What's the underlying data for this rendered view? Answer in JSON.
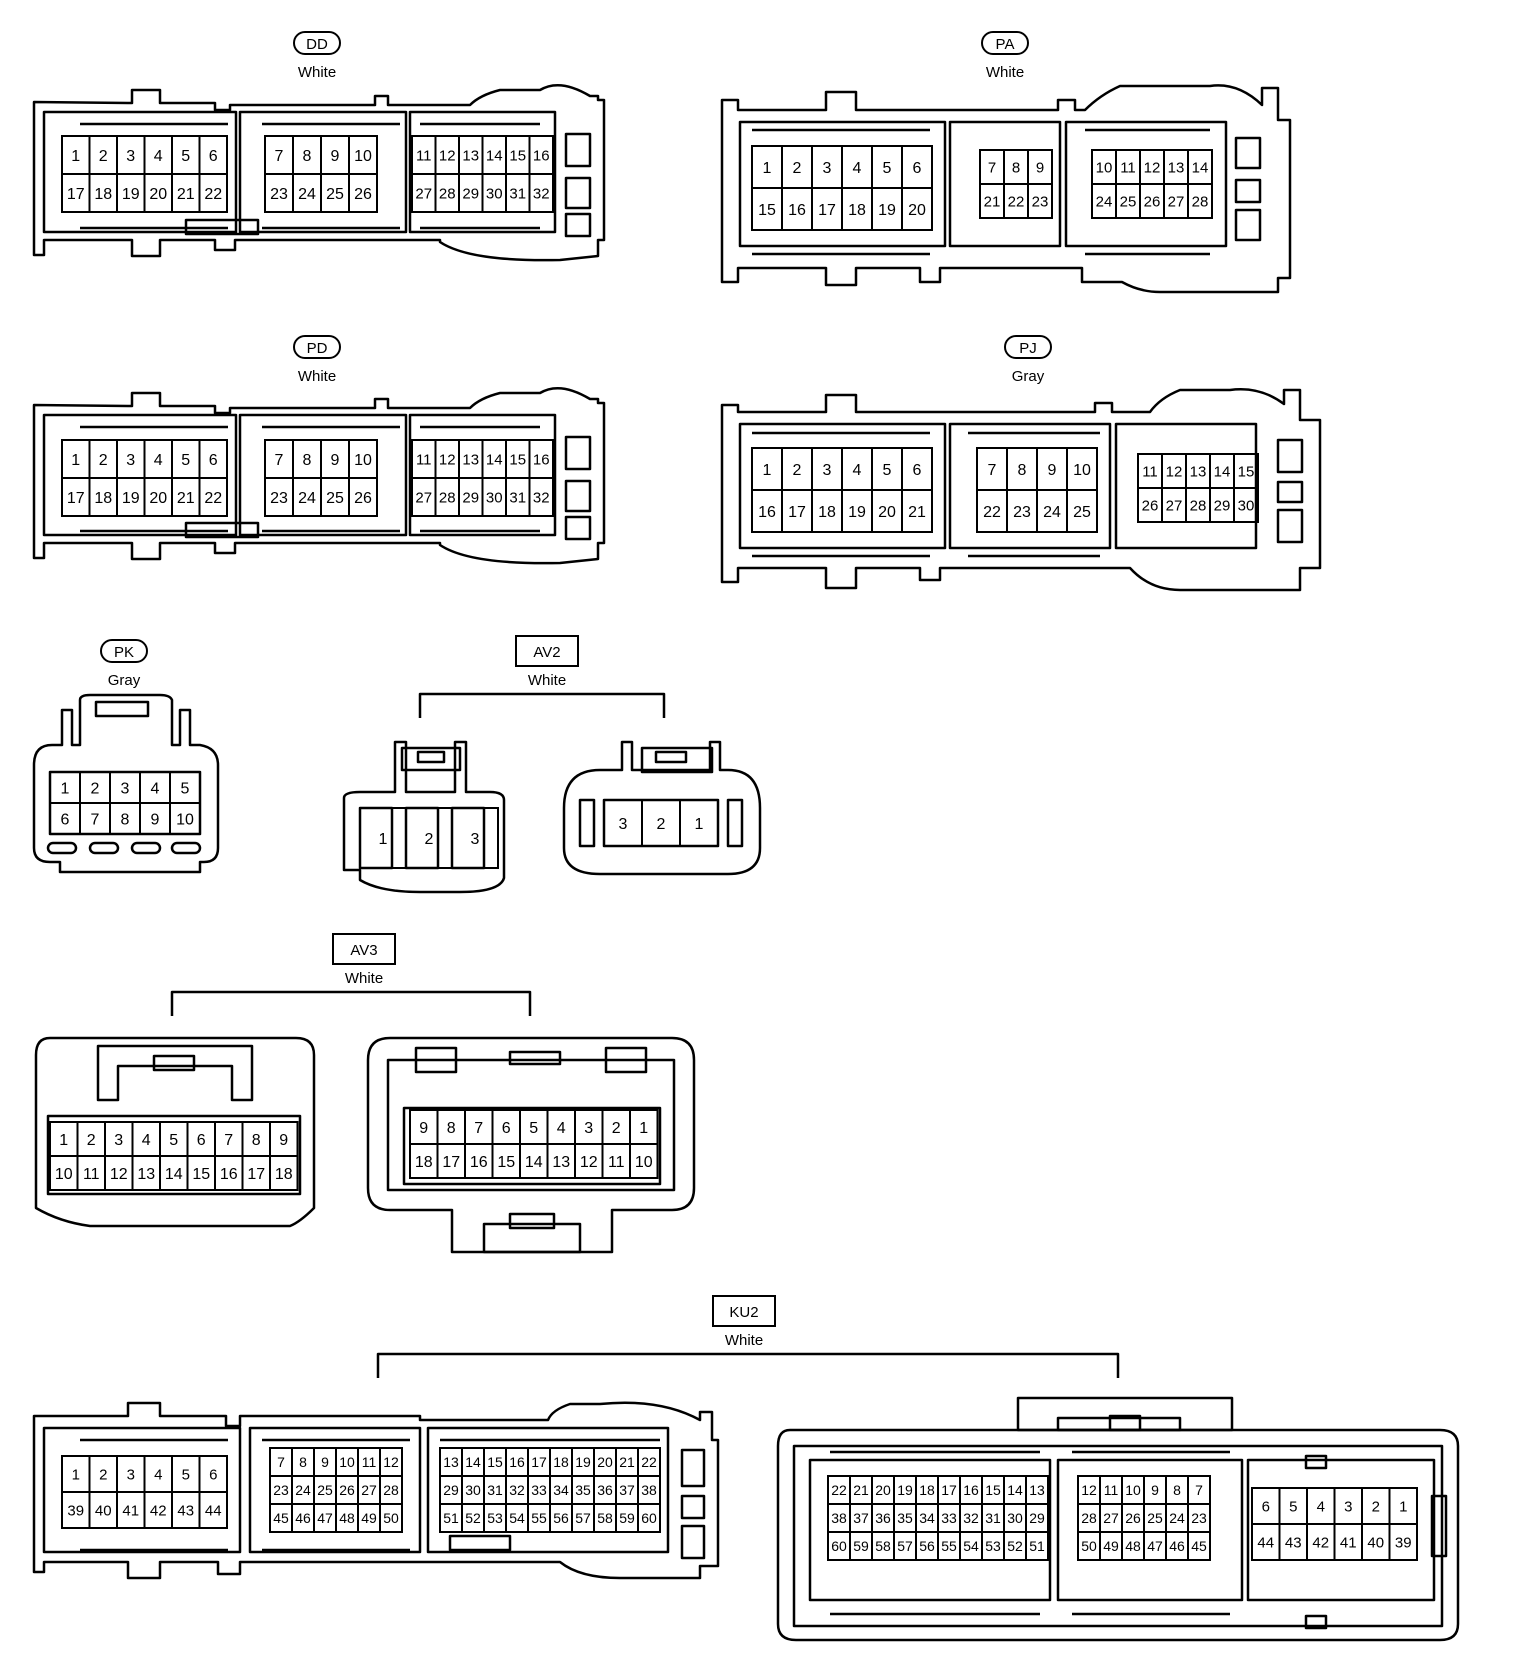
{
  "connectors": {
    "dd": {
      "code": "DD",
      "color": "White"
    },
    "pa": {
      "code": "PA",
      "color": "White"
    },
    "pd": {
      "code": "PD",
      "color": "White"
    },
    "pj": {
      "code": "PJ",
      "color": "Gray"
    },
    "pk": {
      "code": "PK",
      "color": "Gray"
    },
    "av2": {
      "code": "AV2",
      "color": "White"
    },
    "av3": {
      "code": "AV3",
      "color": "White"
    },
    "ku2": {
      "code": "KU2",
      "color": "White"
    }
  },
  "pins": {
    "dd": [
      [
        "1",
        "2",
        "3",
        "4",
        "5",
        "6"
      ],
      [
        "17",
        "18",
        "19",
        "20",
        "21",
        "22"
      ],
      [
        "7",
        "8",
        "9",
        "10"
      ],
      [
        "23",
        "24",
        "25",
        "26"
      ],
      [
        "11",
        "12",
        "13",
        "14",
        "15",
        "16"
      ],
      [
        "27",
        "28",
        "29",
        "30",
        "31",
        "32"
      ]
    ],
    "pd": [
      [
        "1",
        "2",
        "3",
        "4",
        "5",
        "6"
      ],
      [
        "17",
        "18",
        "19",
        "20",
        "21",
        "22"
      ],
      [
        "7",
        "8",
        "9",
        "10"
      ],
      [
        "23",
        "24",
        "25",
        "26"
      ],
      [
        "11",
        "12",
        "13",
        "14",
        "15",
        "16"
      ],
      [
        "27",
        "28",
        "29",
        "30",
        "31",
        "32"
      ]
    ],
    "pa": [
      [
        "1",
        "2",
        "3",
        "4",
        "5",
        "6"
      ],
      [
        "15",
        "16",
        "17",
        "18",
        "19",
        "20"
      ],
      [
        "7",
        "8",
        "9"
      ],
      [
        "21",
        "22",
        "23"
      ],
      [
        "10",
        "11",
        "12",
        "13",
        "14"
      ],
      [
        "24",
        "25",
        "26",
        "27",
        "28"
      ]
    ],
    "pj": [
      [
        "1",
        "2",
        "3",
        "4",
        "5",
        "6"
      ],
      [
        "16",
        "17",
        "18",
        "19",
        "20",
        "21"
      ],
      [
        "7",
        "8",
        "9",
        "10"
      ],
      [
        "22",
        "23",
        "24",
        "25"
      ],
      [
        "11",
        "12",
        "13",
        "14",
        "15"
      ],
      [
        "26",
        "27",
        "28",
        "29",
        "30"
      ]
    ],
    "pk": [
      [
        "1",
        "2",
        "3",
        "4",
        "5"
      ],
      [
        "6",
        "7",
        "8",
        "9",
        "10"
      ]
    ],
    "av2_male": [
      "1",
      "2",
      "3"
    ],
    "av2_female": [
      "3",
      "2",
      "1"
    ],
    "av3_male": [
      [
        "1",
        "2",
        "3",
        "4",
        "5",
        "6",
        "7",
        "8",
        "9"
      ],
      [
        "10",
        "11",
        "12",
        "13",
        "14",
        "15",
        "16",
        "17",
        "18"
      ]
    ],
    "av3_female": [
      [
        "9",
        "8",
        "7",
        "6",
        "5",
        "4",
        "3",
        "2",
        "1"
      ],
      [
        "18",
        "17",
        "16",
        "15",
        "14",
        "13",
        "12",
        "11",
        "10"
      ]
    ],
    "ku2_male": [
      [
        "1",
        "2",
        "3",
        "4",
        "5",
        "6"
      ],
      [
        "39",
        "40",
        "41",
        "42",
        "43",
        "44"
      ],
      [
        "7",
        "8",
        "9",
        "10",
        "11",
        "12"
      ],
      [
        "23",
        "24",
        "25",
        "26",
        "27",
        "28"
      ],
      [
        "45",
        "46",
        "47",
        "48",
        "49",
        "50"
      ],
      [
        "13",
        "14",
        "15",
        "16",
        "17",
        "18",
        "19",
        "20",
        "21",
        "22"
      ],
      [
        "29",
        "30",
        "31",
        "32",
        "33",
        "34",
        "35",
        "36",
        "37",
        "38"
      ],
      [
        "51",
        "52",
        "53",
        "54",
        "55",
        "56",
        "57",
        "58",
        "59",
        "60"
      ]
    ],
    "ku2_female": [
      [
        "22",
        "21",
        "20",
        "19",
        "18",
        "17",
        "16",
        "15",
        "14",
        "13"
      ],
      [
        "38",
        "37",
        "36",
        "35",
        "34",
        "33",
        "32",
        "31",
        "30",
        "29"
      ],
      [
        "60",
        "59",
        "58",
        "57",
        "56",
        "55",
        "54",
        "53",
        "52",
        "51"
      ],
      [
        "12",
        "11",
        "10",
        "9",
        "8",
        "7"
      ],
      [
        "28",
        "27",
        "26",
        "25",
        "24",
        "23"
      ],
      [
        "50",
        "49",
        "48",
        "47",
        "46",
        "45"
      ],
      [
        "6",
        "5",
        "4",
        "3",
        "2",
        "1"
      ],
      [
        "44",
        "43",
        "42",
        "41",
        "40",
        "39"
      ]
    ]
  }
}
